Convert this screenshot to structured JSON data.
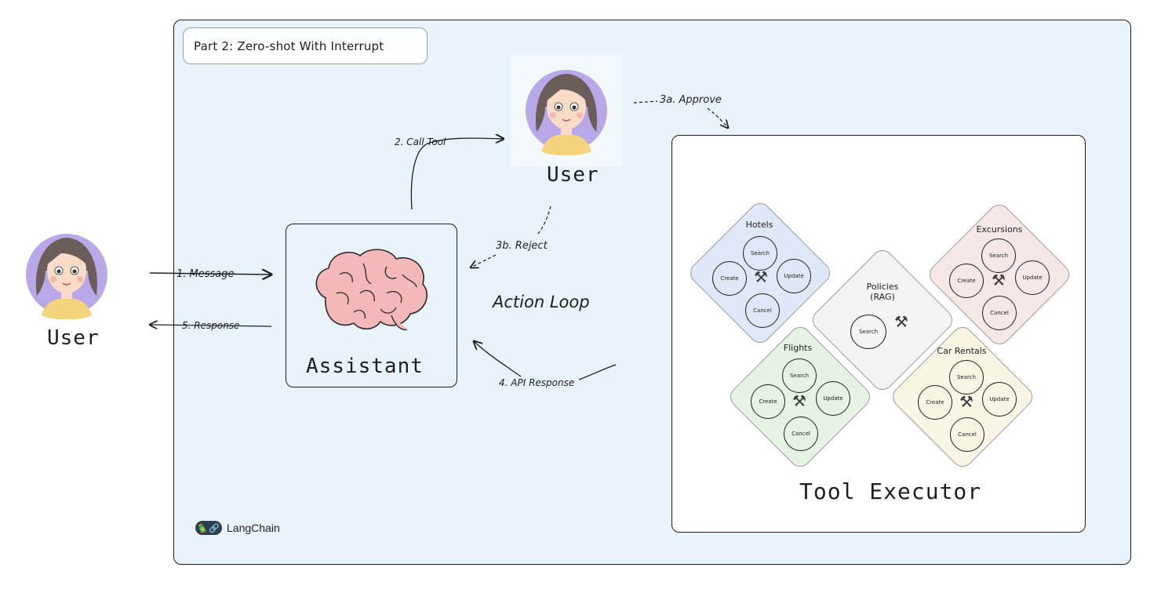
{
  "diagram": {
    "title": "Part 2: Zero-shot With Interrupt",
    "external_user_label": "User",
    "review_user_label": "User",
    "assistant_label": "Assistant",
    "executor_label": "Tool Executor",
    "loop_label": "Action Loop",
    "edges": {
      "message": "1. Message",
      "response": "5. Response",
      "call_tool": "2. Call Tool",
      "approve": "3a. Approve",
      "reject": "3b. Reject",
      "api_response": "4. API Response"
    },
    "tools": [
      {
        "title": "Hotels",
        "ops": [
          "Search",
          "Create",
          "Update",
          "Cancel"
        ],
        "tint": "#dfe8f7"
      },
      {
        "title": "Excursions",
        "ops": [
          "Search",
          "Create",
          "Update",
          "Cancel"
        ],
        "tint": "#f7e8e8"
      },
      {
        "title": "Policies\n(RAG)",
        "ops": [
          "Search"
        ],
        "tint": "#f4f4f4"
      },
      {
        "title": "Flights",
        "ops": [
          "Search",
          "Create",
          "Update",
          "Cancel"
        ],
        "tint": "#e6f2e4"
      },
      {
        "title": "Car Rentals",
        "ops": [
          "Search",
          "Create",
          "Update",
          "Cancel"
        ],
        "tint": "#f8f5e2"
      }
    ],
    "brand": "LangChain",
    "colors": {
      "panel": "#e9f3fc",
      "avatar_ring": "#b8a8e8",
      "hair": "#6b5e5a",
      "skin": "#f9dcc8",
      "shirt": "#f3d47a",
      "brain": "#f4b8b8"
    }
  }
}
